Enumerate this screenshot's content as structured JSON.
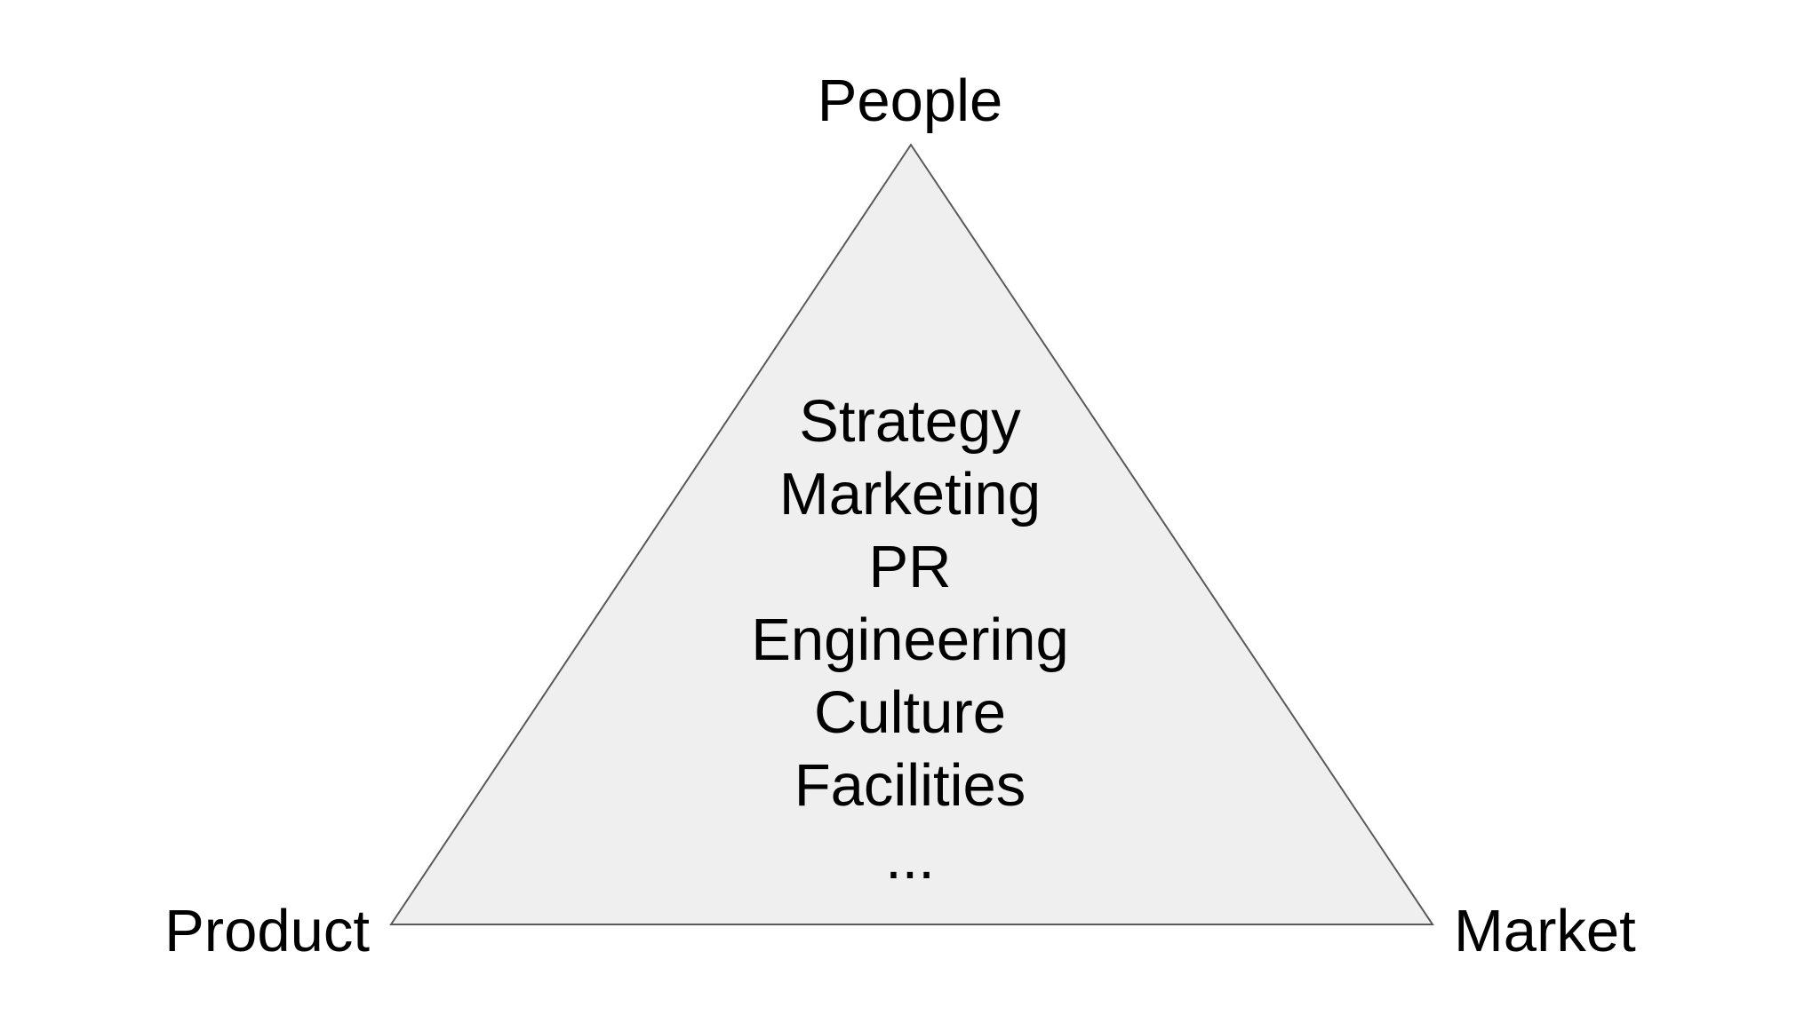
{
  "diagram": {
    "top_label": "People",
    "left_label": "Product",
    "right_label": "Market",
    "center_items": [
      "Strategy",
      "Marketing",
      "PR",
      "Engineering",
      "Culture",
      "Facilities",
      "..."
    ],
    "colors": {
      "triangle_fill": "#efefef",
      "triangle_stroke": "#595959",
      "text": "#000000",
      "background": "#ffffff"
    }
  }
}
